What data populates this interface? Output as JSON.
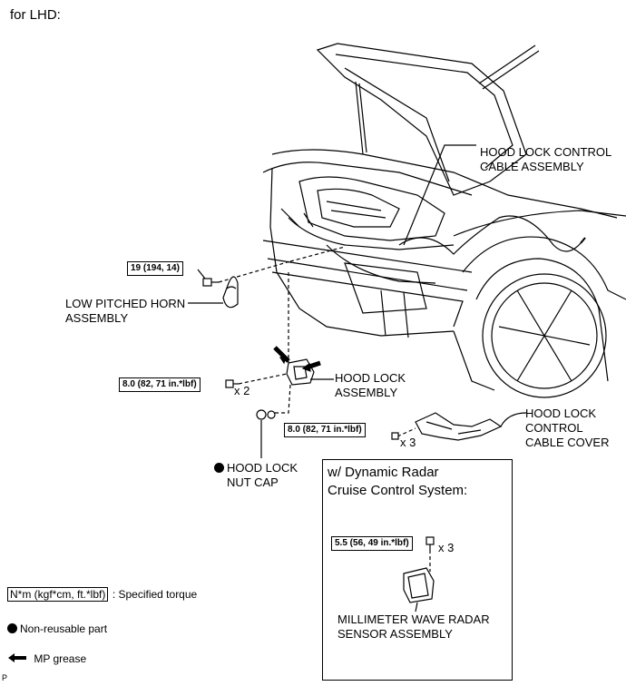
{
  "header": {
    "variant": "for LHD:"
  },
  "labels": {
    "hood_lock_control_cable": [
      "HOOD LOCK CONTROL",
      "CABLE ASSEMBLY"
    ],
    "low_pitched_horn": [
      "LOW PITCHED HORN",
      "ASSEMBLY"
    ],
    "hood_lock_assembly": [
      "HOOD LOCK",
      "ASSEMBLY"
    ],
    "hood_lock_cable_cover": [
      "HOOD LOCK",
      "CONTROL",
      "CABLE COVER"
    ],
    "hood_lock_nut_cap": [
      "HOOD LOCK",
      "NUT CAP"
    ],
    "radar_sensor": [
      "MILLIMETER WAVE RADAR",
      "SENSOR ASSEMBLY"
    ]
  },
  "torques": {
    "horn": "19 (194, 14)",
    "hood_lock_bolts": "8.0 (82, 71 in.*lbf)",
    "hood_lock_nut": "8.0 (82, 71 in.*lbf)",
    "radar": "5.5 (56, 49 in.*lbf)"
  },
  "quantities": {
    "hood_lock_bolts": "x 2",
    "cable_cover_clips": "x 3",
    "radar_bolts": "x 3"
  },
  "inset": {
    "title": [
      "w/ Dynamic Radar",
      "Cruise Control System:"
    ]
  },
  "legend": {
    "torque_box": "N*m (kgf*cm, ft.*lbf)",
    "torque_desc": ": Specified torque",
    "non_reusable": "Non-reusable part",
    "grease": "MP grease"
  },
  "footer": {
    "code": "P"
  }
}
